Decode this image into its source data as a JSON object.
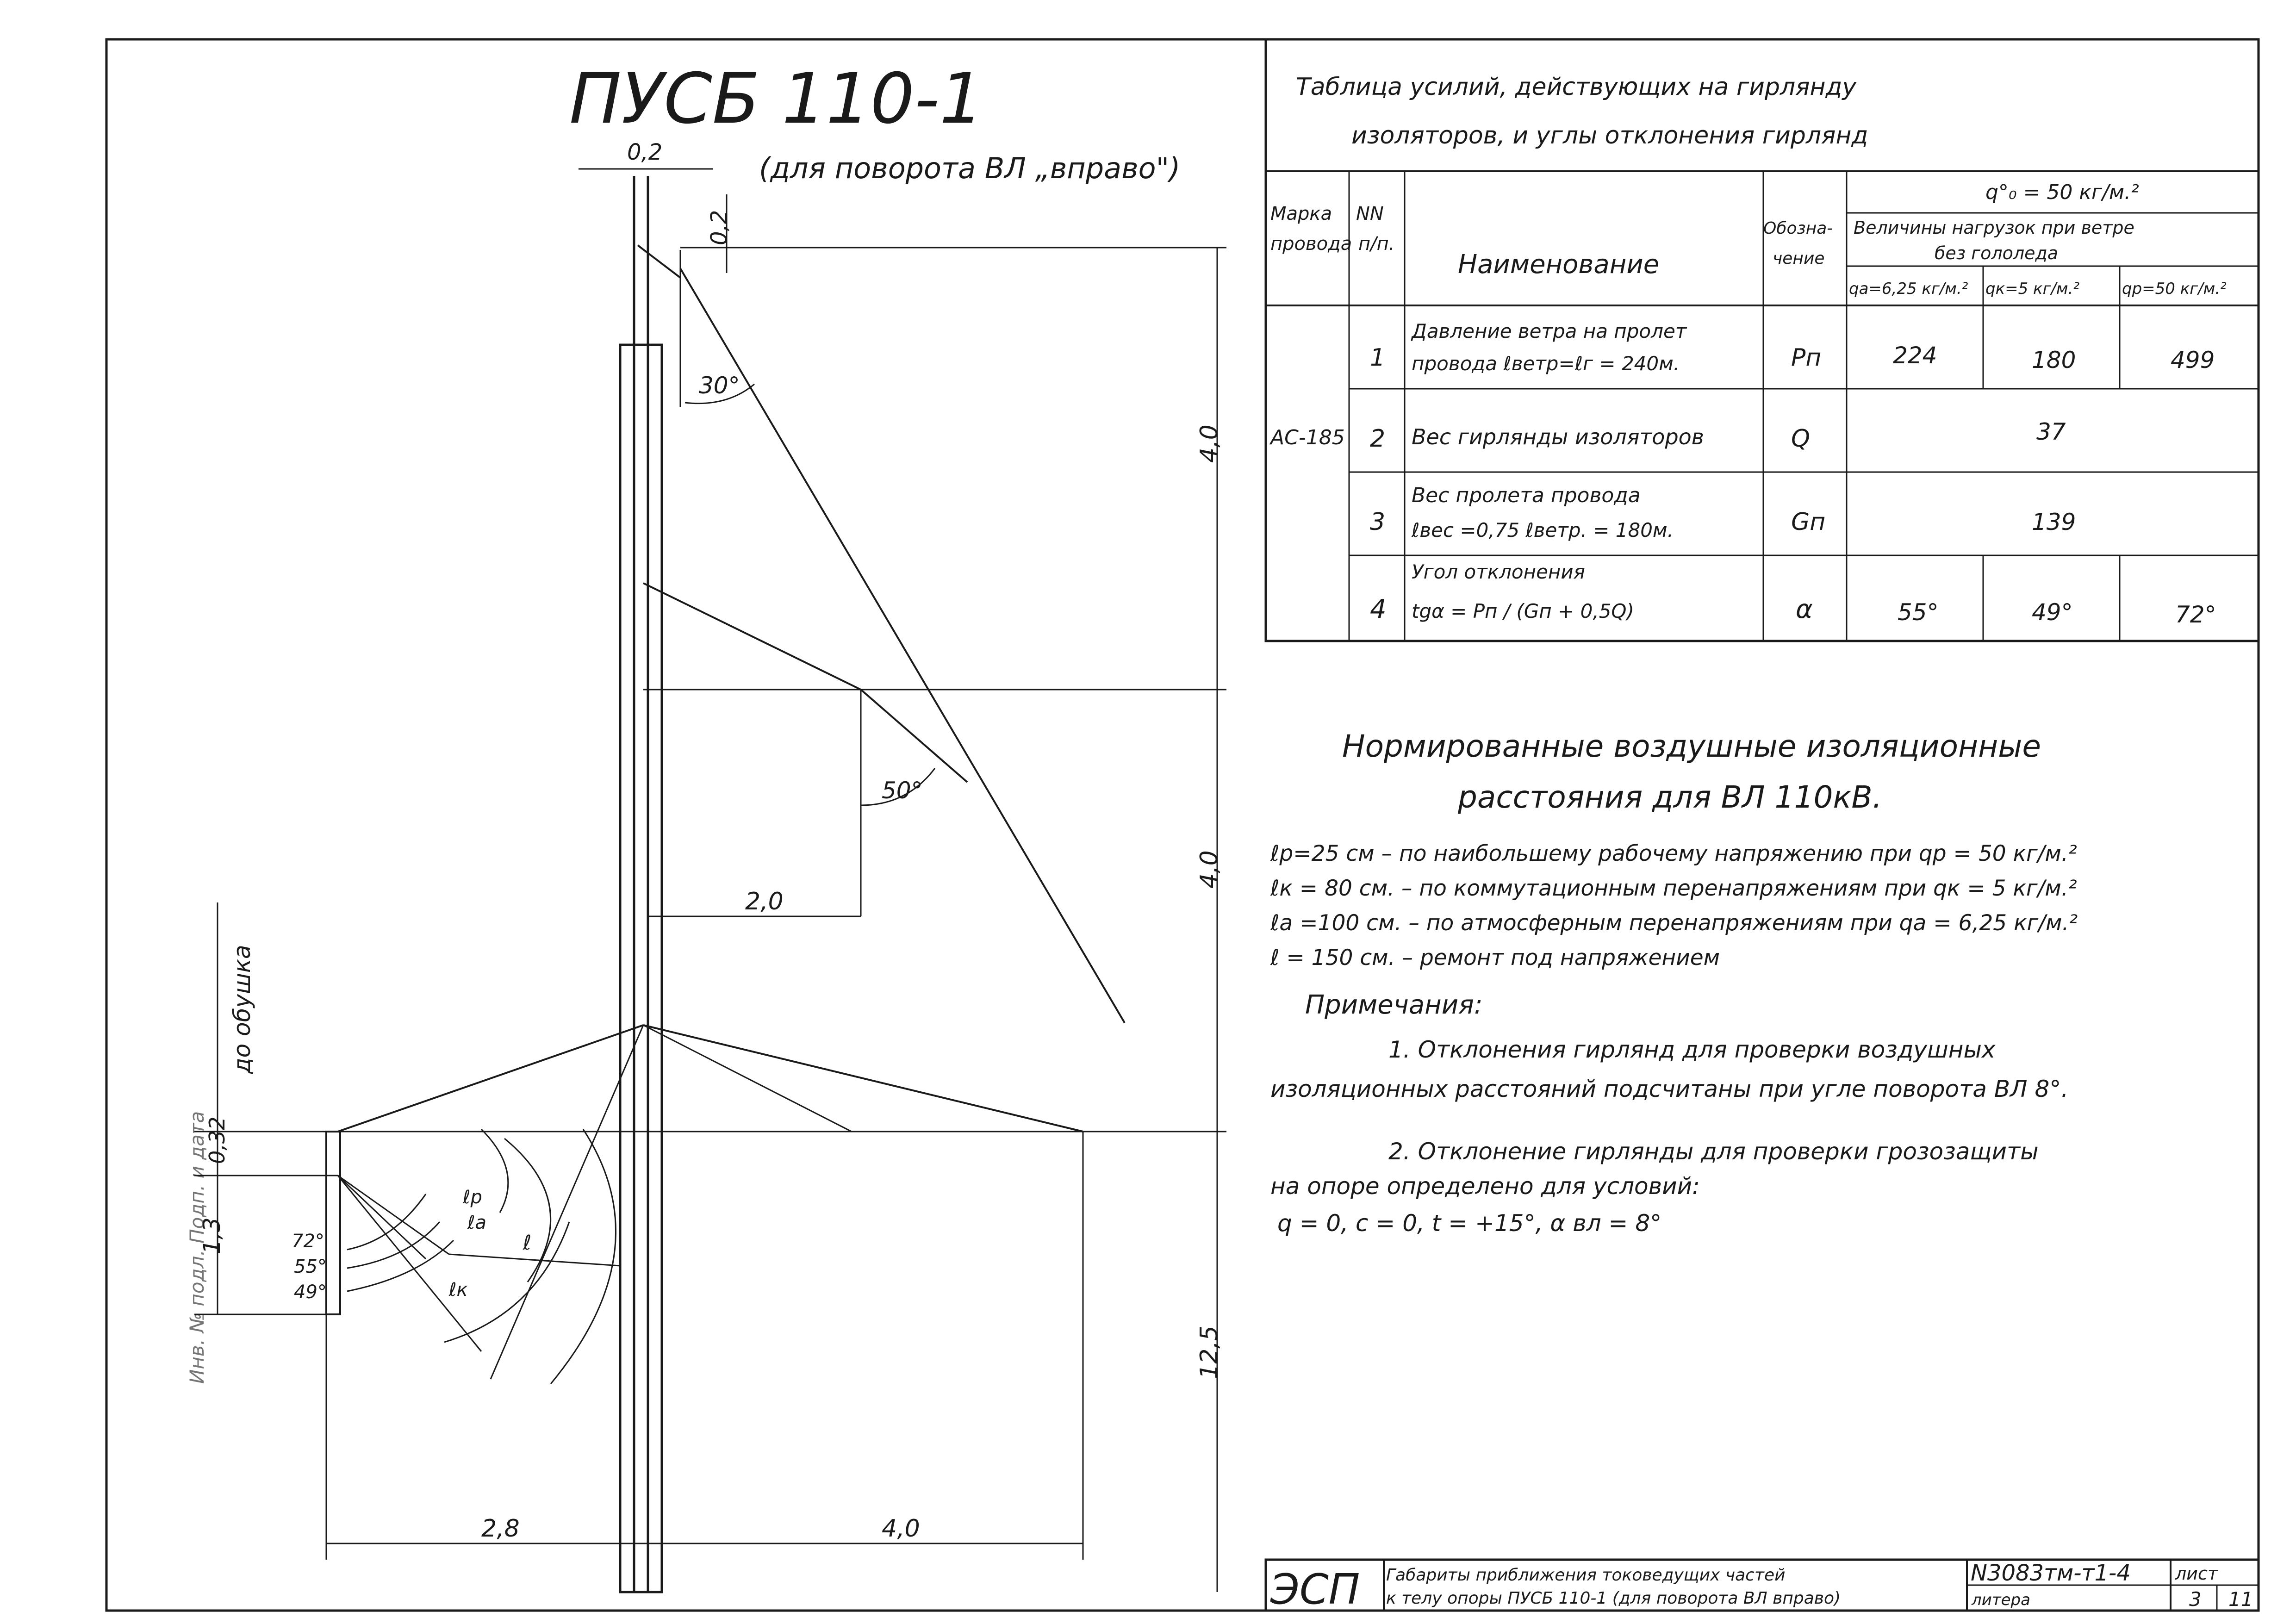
{
  "drawing": {
    "title": "ПУСБ 110-1",
    "subtitle": "(для поворота ВЛ „вправо\")",
    "dims": {
      "d_top_width": "0,2",
      "d_top_offset": "0,2",
      "d_30": "30°",
      "d_4_0_a": "4,0",
      "d_4_0_b": "4,0",
      "d_50": "50°",
      "d_2_0": "2,0",
      "d_12_5": "12,5",
      "d_0_32": "0,32",
      "d_1_3": "1,3",
      "d_2_8": "2,8",
      "d_4_0_bottom": "4,0",
      "to_mount": "до обушка"
    },
    "angles": [
      "72°",
      "55°",
      "49°"
    ],
    "radii": [
      "ℓp",
      "ℓa",
      "ℓ",
      "ℓк"
    ],
    "margin_note": "Инв. № подл.   Подп. и дата"
  },
  "table": {
    "title_line1": "Таблица усилий, действующих на гирлянду",
    "title_line2": "изоляторов, и углы отклонения гирлянд",
    "headers": {
      "mark": [
        "Марка",
        "провода"
      ],
      "num": [
        "NN",
        "п/п."
      ],
      "name": "Наименование",
      "designation": [
        "Обозна-",
        "чение"
      ],
      "q0": "q°₀ = 50 кг/м.²",
      "loads_caption": [
        "Величины нагрузок при ветре",
        "без гололеда"
      ],
      "qa": "qa=6,25 кг/м.²",
      "qk": "qк=5 кг/м.²",
      "qp": "qp=50 кг/м.²"
    },
    "wire_mark": "АС-185",
    "rows": [
      {
        "n": "1",
        "name": [
          "Давление ветра на пролет",
          "провода ℓветр=ℓг = 240м."
        ],
        "sym": "Pп",
        "values": [
          "224",
          "180",
          "499"
        ]
      },
      {
        "n": "2",
        "name": [
          "Вес гирлянды изоляторов"
        ],
        "sym": "Q",
        "merged": "37"
      },
      {
        "n": "3",
        "name": [
          "Вес пролета провода",
          "ℓвес =0,75 ℓветр. = 180м."
        ],
        "sym": "Gп",
        "merged": "139"
      },
      {
        "n": "4",
        "name": [
          "Угол отклонения",
          "tgα = Pп / (Gп + 0,5Q)"
        ],
        "sym": "α",
        "values": [
          "55°",
          "49°",
          "72°"
        ]
      }
    ]
  },
  "notes": {
    "heading_line1": "Нормированные воздушные изоляционные",
    "heading_line2": "расстояния для ВЛ 110кВ.",
    "lines": [
      "ℓp=25 см – по наибольшему рабочему напряжению при qp = 50 кг/м.²",
      "ℓк = 80 см. – по коммутационным перенапряжениям при qк = 5 кг/м.²",
      "ℓа =100 см. – по атмосферным перенапряжениям при qа = 6,25 кг/м.²",
      "ℓ = 150 см. – ремонт под напряжением"
    ],
    "notes_title": "Примечания:",
    "note1_line1": "1. Отклонения гирлянд для проверки воздушных",
    "note1_line2": "изоляционных расстояний подсчитаны при угле поворота ВЛ 8°.",
    "note2_line1": "2. Отклонение гирлянды для проверки грозозащиты",
    "note2_line2": "на опоре определено для условий:",
    "note2_line3": "q = 0,   c = 0,   t = +15°,   α вл = 8°"
  },
  "title_block": {
    "org": "ЭСП",
    "desc_line1": "Габариты приближения токоведущих частей",
    "desc_line2": "к телу опоры ПУСБ 110-1 (для поворота ВЛ вправо)",
    "doc_number": "N3083тм-т1-4",
    "litera_label": "литера",
    "sheet_label": "лист",
    "sheet": "3",
    "sheets": "11"
  }
}
